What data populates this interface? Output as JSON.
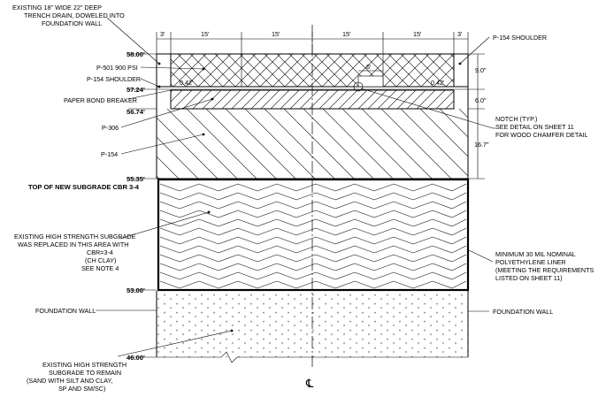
{
  "notes": {
    "trench_drain": [
      "EXISTING 18\" WIDE 22\" DEEP",
      "TRENCH DRAIN, DOWELED INTO",
      "FOUNDATION WALL"
    ],
    "p154_shoulder_right": "P-154 SHOULDER",
    "p501": "P-501 900 PSI",
    "p154_shoulder_left": "P-154 SHOULDER",
    "paper_bond": "PAPER BOND BREAKER",
    "p306": "P-306",
    "p154": "P-154",
    "notch": [
      "NOTCH (TYP.)",
      "SEE DETAIL ON SHEET 11",
      "FOR WOOD CHAMFER DETAIL"
    ],
    "subgrade_top": "TOP OF NEW SUBGRADE CBR 3-4",
    "replaced": [
      "EXISTING HIGH STRENGTH SUBGRADE",
      "WAS REPLACED IN THIS AREA WITH",
      "CBR=3-4",
      "(CH CLAY)",
      "SEE NOTE 4"
    ],
    "liner": [
      "MINIMUM 30 MIL NOMINAL",
      "POLYETHYLENE LINER",
      "(MEETING THE REQUIREMENTS",
      "LISTED ON SHEET 11)"
    ],
    "foundation_wall_left": "FOUNDATION WALL",
    "foundation_wall_right": "FOUNDATION WALL",
    "remain": [
      "EXISTING HIGH STRENGTH",
      "SUBGRADE TO REMAIN",
      "(SAND WITH SILT AND CLAY,",
      "SP AND SM/SC)"
    ]
  },
  "elevations": {
    "e1": "58.00'",
    "e2": "57.24'",
    "e3": "56.74'",
    "e4": "55.35'",
    "e5": "53.00'",
    "e6": "46.00'"
  },
  "dimensions": {
    "top_widths": [
      "3'",
      "15'",
      "15'",
      "15'",
      "15'",
      "3'"
    ],
    "offset_left": "0.42'",
    "offset_right": "0.42'",
    "notch_width": "6'",
    "thick_1": "9.0\"",
    "thick_2": "6.0\"",
    "thick_3": "16.7\""
  },
  "centerline": "℄"
}
